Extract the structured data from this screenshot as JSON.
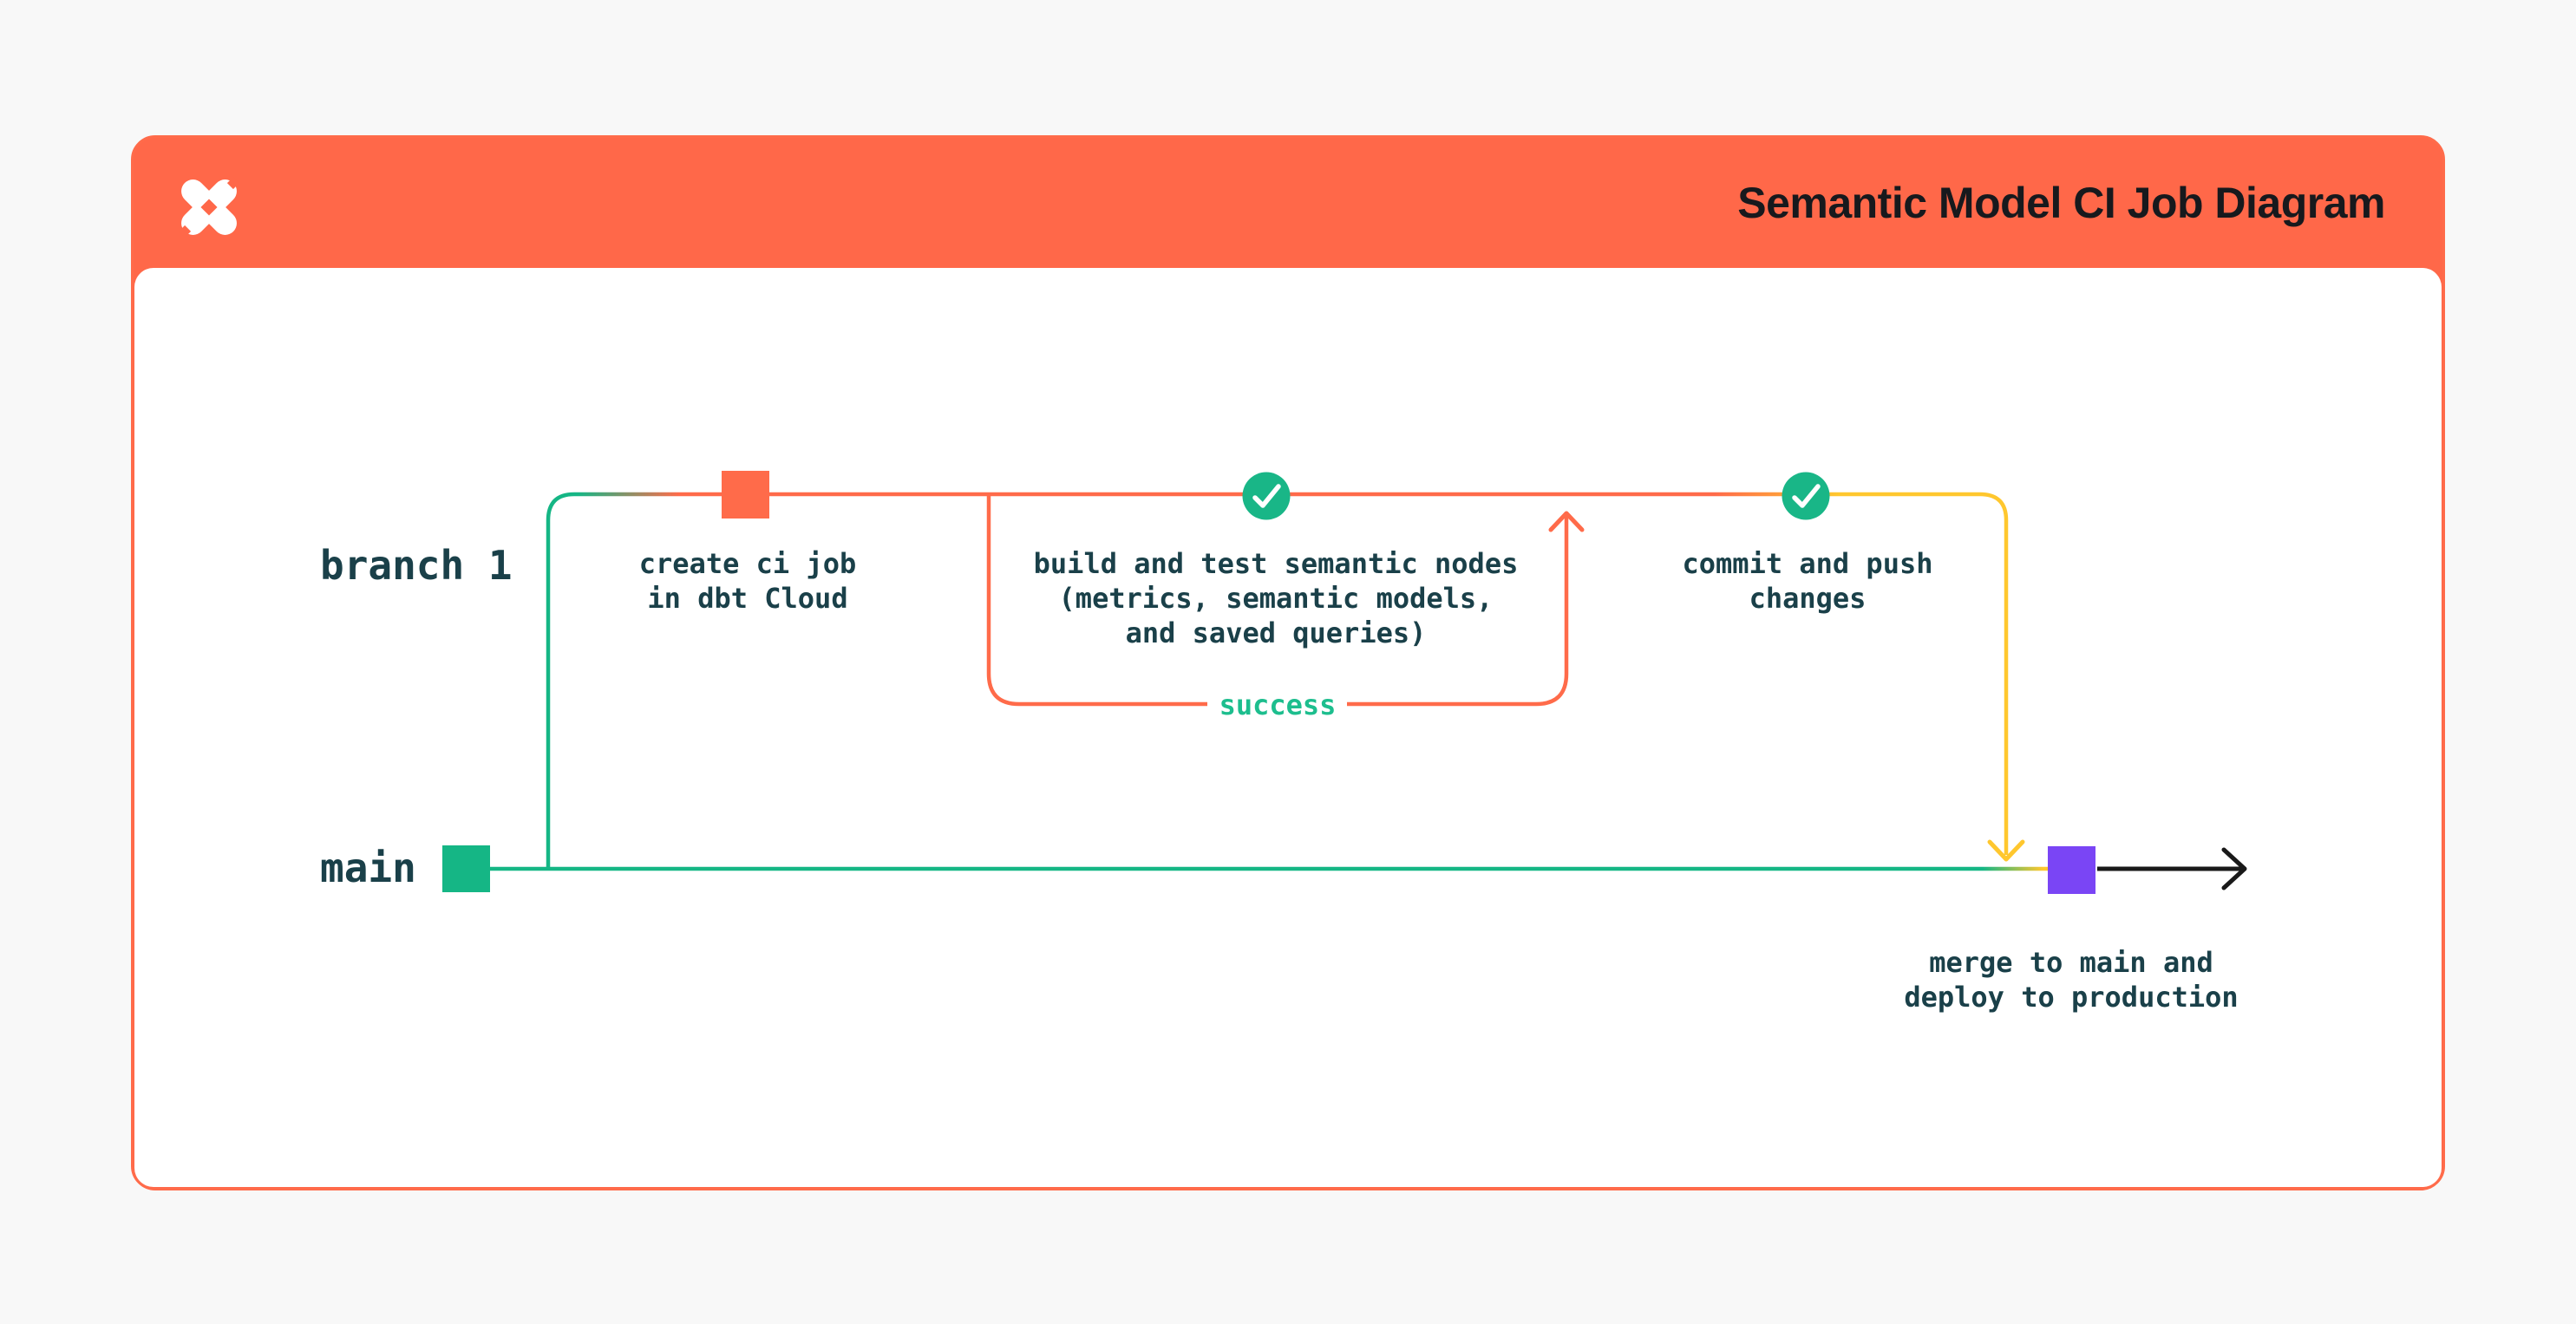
{
  "header": {
    "title": "Semantic Model CI Job Diagram",
    "logo": "dbt-logo"
  },
  "branches": {
    "branch1_label": "branch 1",
    "main_label": "main"
  },
  "steps": [
    {
      "id": "create-ci-job",
      "lines": [
        "create ci job",
        "in dbt Cloud"
      ]
    },
    {
      "id": "build-and-test",
      "lines": [
        "build and test semantic nodes",
        "(metrics, semantic models,",
        "and saved queries)"
      ]
    },
    {
      "id": "commit-push",
      "lines": [
        "commit and push",
        "changes"
      ]
    },
    {
      "id": "merge-deploy",
      "lines": [
        "merge to main and",
        "deploy to production"
      ]
    }
  ],
  "loop": {
    "label": "success"
  },
  "colors": {
    "header_orange": "#FF6849",
    "line_orange": "#FF6B4A",
    "green": "#15B685",
    "check_green": "#19B687",
    "success_text_green": "#1DBE8E",
    "yellow": "#FFC72E",
    "purple": "#7A45F5",
    "arrow_black": "#191919",
    "text_dark": "#1A4049",
    "page_bg": "#F8F8F8",
    "card_bg": "#FFFFFF"
  }
}
